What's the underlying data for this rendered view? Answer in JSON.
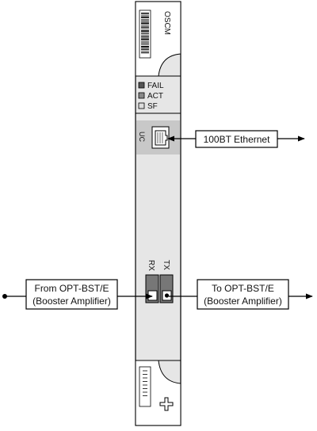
{
  "card": {
    "name": "OSCM",
    "leds": [
      {
        "label": "FAIL",
        "color": "#555555"
      },
      {
        "label": "ACT",
        "color": "#888888"
      },
      {
        "label": "SF",
        "color": "#dddddd"
      }
    ],
    "uc_label": "UC",
    "rx_label": "RX",
    "tx_label": "TX"
  },
  "connections": {
    "ethernet_label": "100BT Ethernet",
    "input_line1": "From OPT-BST/E",
    "input_line2": "(Booster Amplifier)",
    "output_line1": "To OPT-BST/E",
    "output_line2": "(Booster Amplifier)"
  },
  "colors": {
    "card_fill": "#e6e6e6",
    "panel_fill": "#c8c8c8",
    "port_fill": "#777777",
    "line": "#000000"
  }
}
